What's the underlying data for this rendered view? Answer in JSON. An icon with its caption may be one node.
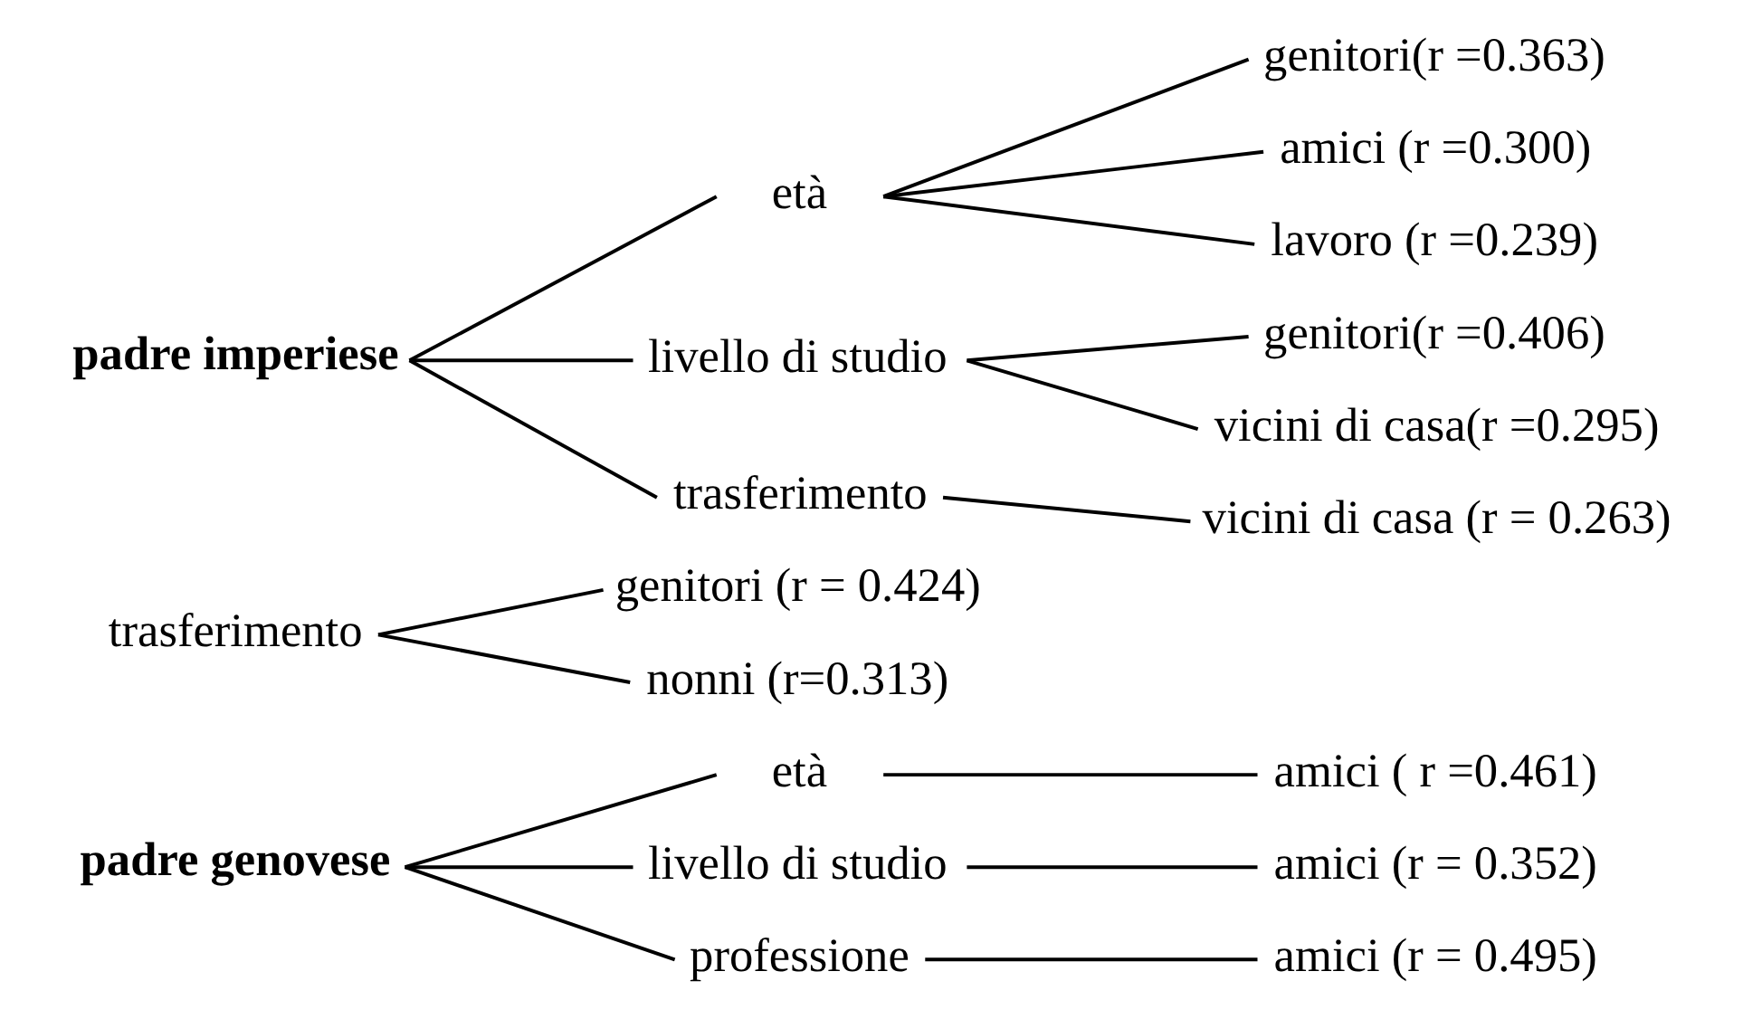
{
  "diagram": {
    "nodes": [
      {
        "text": [
          "padre genovese"
        ]
      },
      {
        "text": [
          "età"
        ]
      },
      {
        "text": [
          "livello di studio"
        ]
      },
      {
        "text": [
          "professione"
        ]
      },
      {
        "text": [
          "trasferimento"
        ]
      },
      {
        "text": [
          "amici ( r =0.461)"
        ]
      },
      {
        "text": [
          "amici (r = 0.352)"
        ]
      },
      {
        "text": [
          "amici (r = 0.495)"
        ]
      },
      {
        "text": [
          "genitori (r = 0.424)"
        ]
      },
      {
        "text": [
          "nonni (r=0.313)"
        ]
      },
      {
        "text": [
          "padre imperiese"
        ]
      },
      {
        "text": [
          "età"
        ]
      },
      {
        "text": [
          "livello di studio"
        ]
      },
      {
        "text": [
          "trasferimento"
        ]
      },
      {
        "text": [
          "genitori(r =0.363)"
        ]
      },
      {
        "text": [
          "amici (r =0.300)"
        ]
      },
      {
        "text": [
          "lavoro (r =0.239)"
        ]
      },
      {
        "text": [
          "genitori(r =0.406)"
        ]
      },
      {
        "text": [
          "vicini di casa(r =0.295)"
        ]
      },
      {
        "text": [
          "vicini di casa (r = 0.263)"
        ]
      }
    ],
    "edges": [
      {
        "from": 0,
        "to": 1,
        "arrow": "none"
      },
      {
        "from": 0,
        "to": 2,
        "arrow": "none"
      },
      {
        "from": 0,
        "to": 3,
        "arrow": "none"
      },
      {
        "from": 1,
        "to": 5,
        "arrow": "none"
      },
      {
        "from": 2,
        "to": 6,
        "arrow": "none"
      },
      {
        "from": 3,
        "to": 7,
        "arrow": "none"
      },
      {
        "from": 4,
        "to": 8,
        "arrow": "none"
      },
      {
        "from": 4,
        "to": 9,
        "arrow": "none"
      },
      {
        "from": 10,
        "to": 11,
        "arrow": "none"
      },
      {
        "from": 10,
        "to": 12,
        "arrow": "none"
      },
      {
        "from": 10,
        "to": 13,
        "arrow": "none"
      },
      {
        "from": 11,
        "to": 14,
        "arrow": "none"
      },
      {
        "from": 11,
        "to": 15,
        "arrow": "none"
      },
      {
        "from": 11,
        "to": 16,
        "arrow": "none"
      },
      {
        "from": 12,
        "to": 17,
        "arrow": "none"
      },
      {
        "from": 12,
        "to": 18,
        "arrow": "none"
      },
      {
        "from": 13,
        "to": 19,
        "arrow": "none"
      }
    ]
  }
}
